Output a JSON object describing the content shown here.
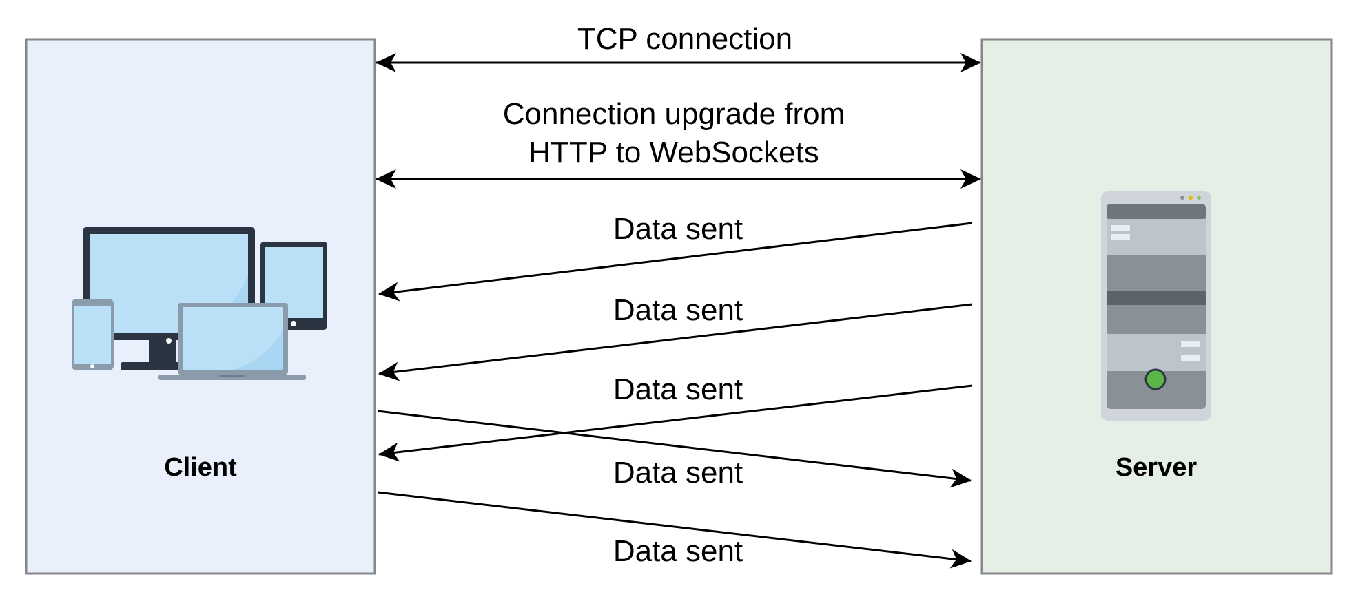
{
  "client": {
    "label": "Client",
    "icon": "devices-icon"
  },
  "server": {
    "label": "Server",
    "icon": "server-icon"
  },
  "connections": [
    {
      "label_lines": [
        "TCP connection"
      ],
      "direction": "bidirectional"
    },
    {
      "label_lines": [
        "Connection upgrade from",
        "HTTP to WebSockets"
      ],
      "direction": "bidirectional"
    },
    {
      "label_lines": [
        "Data sent"
      ],
      "direction": "server-to-client"
    },
    {
      "label_lines": [
        "Data sent"
      ],
      "direction": "server-to-client"
    },
    {
      "label_lines": [
        "Data sent"
      ],
      "direction": "server-to-client"
    },
    {
      "label_lines": [
        "Data sent"
      ],
      "direction": "client-to-server"
    },
    {
      "label_lines": [
        "Data sent"
      ],
      "direction": "client-to-server"
    }
  ],
  "colors": {
    "client_fill": "#e9effb",
    "server_fill": "#e6efe6",
    "border": "#85888a",
    "screen": "#b9e0f7",
    "device_dark": "#2b3441",
    "server_led": "#5cb646"
  }
}
